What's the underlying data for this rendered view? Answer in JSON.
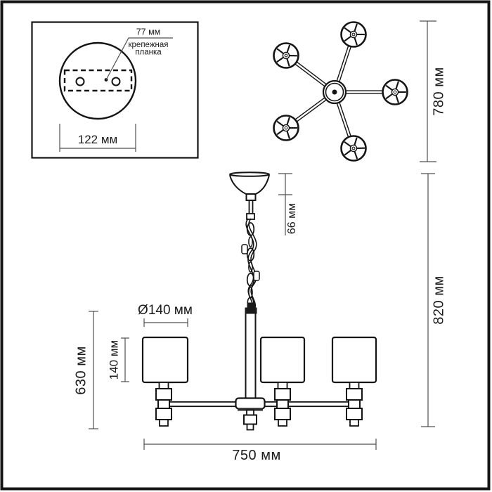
{
  "colors": {
    "drawing_line": "#141414",
    "dimension_line": "#4f4f4f",
    "text": "#1c1c1c",
    "background": "#ffffff"
  },
  "inset": {
    "hole_spacing": "77 мм",
    "plate_label_line1": "крепежная",
    "plate_label_line2": "планка",
    "plate_width": "122 мм"
  },
  "top_view": {
    "span": "780 мм"
  },
  "side_view": {
    "canopy_height": "66 мм",
    "overall_height": "820 мм",
    "shade_diameter": "Ø140 мм",
    "shade_height": "140 мм",
    "body_height": "630 мм",
    "width": "750 мм"
  }
}
